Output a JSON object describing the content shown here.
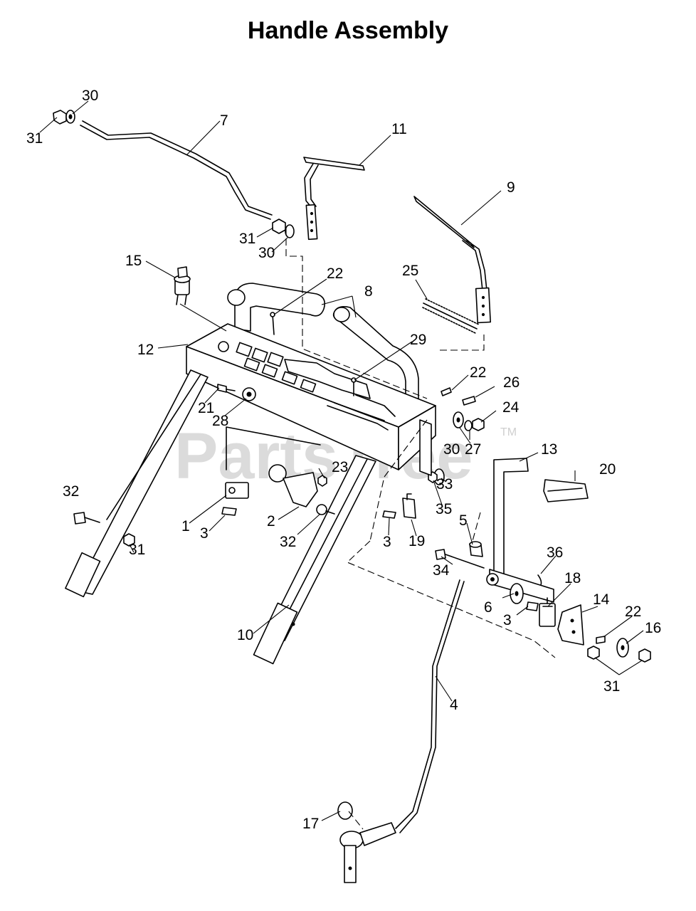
{
  "title": "Handle Assembly",
  "watermark": {
    "text": "PartsTree",
    "trademark": "TM"
  },
  "callouts": {
    "c30a": "30",
    "c31a": "31",
    "c7": "7",
    "c11": "11",
    "c9": "9",
    "c31b": "31",
    "c30b": "30",
    "c15": "15",
    "c22a": "22",
    "c8": "8",
    "c25": "25",
    "c12": "12",
    "c29": "29",
    "c22b": "22",
    "c26": "26",
    "c24": "24",
    "c21": "21",
    "c28": "28",
    "c30c": "30",
    "c27": "27",
    "c13": "13",
    "c20": "20",
    "c23": "23",
    "c33": "33",
    "c32a": "32",
    "c1": "1",
    "c3a": "3",
    "c2": "2",
    "c32b": "32",
    "c35": "35",
    "c5": "5",
    "c3b": "3",
    "c19": "19",
    "c36": "36",
    "c31c": "31",
    "c34": "34",
    "c18": "18",
    "c14": "14",
    "c6": "6",
    "c3c": "3",
    "c22c": "22",
    "c16": "16",
    "c10": "10",
    "c31d": "31",
    "c4": "4",
    "c17": "17"
  }
}
